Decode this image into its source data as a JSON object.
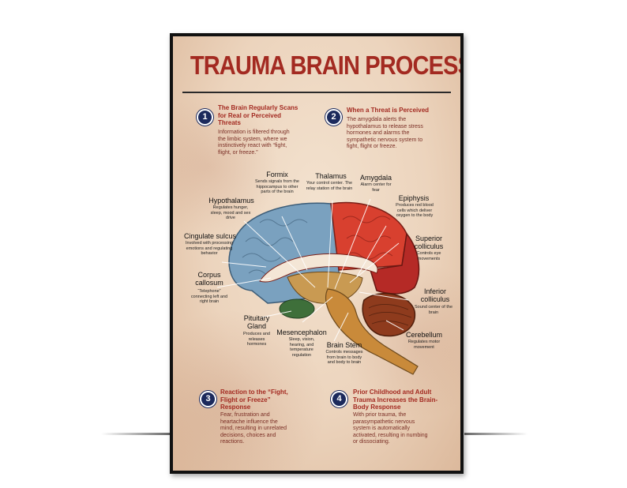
{
  "poster": {
    "title": "TRAUMA BRAIN PROCESSING",
    "sections": [
      {
        "number": "1",
        "title": "The Brain Regularly Scans for Real or Perceived Threats",
        "body": "Information is filtered through the limbic system, where we instinctively react with “fight, flight, or freeze.”"
      },
      {
        "number": "2",
        "title": "When a Threat is Perceived",
        "body": "The amygdala alerts the hypothalamus to release stress hormones and alarms the sympathetic nervous system to fight, flight or freeze."
      },
      {
        "number": "3",
        "title": "Reaction to the “Fight, Flight or Freeze” Response",
        "body": "Fear, frustration and heartache influence the mind, resulting in unrelated decisions, choices and reactions."
      },
      {
        "number": "4",
        "title": "Prior Childhood and Adult Trauma Increases the Brain-Body Response",
        "body": "With prior trauma, the parasympathetic nervous system is automatically activated, resulting in numbing or dissociating."
      }
    ],
    "labels": {
      "fornix": {
        "name": "Formix",
        "desc": "Sends signals from the hippocampus to other parts of the brain"
      },
      "thalamus": {
        "name": "Thalamus",
        "desc": "Your control center. The relay station of the brain"
      },
      "amygdala": {
        "name": "Amygdala",
        "desc": "Alarm center for fear"
      },
      "hypothalamus": {
        "name": "Hypothalamus",
        "desc": "Regulates hunger, sleep, mood and sex drive"
      },
      "epiphysis": {
        "name": "Epiphysis",
        "desc": "Produces red blood cells which deliver oxygen to the body"
      },
      "cingulate": {
        "name": "Cingulate sulcus",
        "desc": "Involved with processing emotions and regulating behavior"
      },
      "superior": {
        "name": "Superior colliculus",
        "desc": "Controls eye movements"
      },
      "corpus": {
        "name": "Corpus callosum",
        "desc": "“Telephone” connecting left and right brain"
      },
      "inferior": {
        "name": "Inferior colliculus",
        "desc": "Sound center of the brain"
      },
      "pituitary": {
        "name": "Pituitary Gland",
        "desc": "Produces and releases hormones"
      },
      "mesencephalon": {
        "name": "Mesencephalon",
        "desc": "Sleep, vision, hearing, and temperature regulation"
      },
      "cerebellum": {
        "name": "Cerebellum",
        "desc": "Regulates motor movement"
      },
      "brainstem": {
        "name": "Brain Stem",
        "desc": "Controls messages from brain to body and body to brain"
      }
    },
    "colors": {
      "title": "#a32a21",
      "badge": "#1c2a5c",
      "frontal": "#7aa1bf",
      "parietal": "#d8402f",
      "occipital": "#b52a26",
      "cerebellum": "#8e3b1d",
      "brainstem": "#c98a3a"
    }
  }
}
